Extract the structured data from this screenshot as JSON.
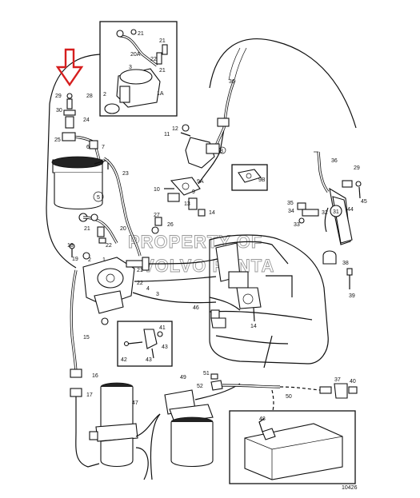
{
  "diagram": {
    "watermark": [
      "PROPERTY OF",
      "VOLVO PENTA"
    ],
    "figure_number": "10426",
    "callouts": [
      {
        "id": "c21a",
        "text": "21"
      },
      {
        "id": "c21b",
        "text": "21"
      },
      {
        "id": "c20a",
        "text": "20A"
      },
      {
        "id": "c22a",
        "text": "22"
      },
      {
        "id": "c21c",
        "text": "21"
      },
      {
        "id": "c3",
        "text": "3"
      },
      {
        "id": "c1a",
        "text": "1A"
      },
      {
        "id": "c2a",
        "text": "2"
      },
      {
        "id": "c29a",
        "text": "29"
      },
      {
        "id": "c28a",
        "text": "28"
      },
      {
        "id": "c30",
        "text": "30"
      },
      {
        "id": "c24",
        "text": "24"
      },
      {
        "id": "c25",
        "text": "25"
      },
      {
        "id": "c6",
        "text": "6"
      },
      {
        "id": "c7",
        "text": "7"
      },
      {
        "id": "c23",
        "text": "23"
      },
      {
        "id": "c5",
        "text": "5"
      },
      {
        "id": "c36a",
        "text": "36"
      },
      {
        "id": "c12",
        "text": "12"
      },
      {
        "id": "c11",
        "text": "11"
      },
      {
        "id": "c8",
        "text": "8"
      },
      {
        "id": "c9b",
        "text": "9B"
      },
      {
        "id": "c10",
        "text": "10"
      },
      {
        "id": "c9a",
        "text": "9A"
      },
      {
        "id": "c9",
        "text": "9"
      },
      {
        "id": "c13",
        "text": "13"
      },
      {
        "id": "c14a",
        "text": "14"
      },
      {
        "id": "c27",
        "text": "27"
      },
      {
        "id": "c26",
        "text": "26"
      },
      {
        "id": "c20",
        "text": "20"
      },
      {
        "id": "c21d",
        "text": "21"
      },
      {
        "id": "c22b",
        "text": "22"
      },
      {
        "id": "c18",
        "text": "18"
      },
      {
        "id": "c19",
        "text": "19"
      },
      {
        "id": "c2b",
        "text": "2"
      },
      {
        "id": "c1",
        "text": "1"
      },
      {
        "id": "c21e",
        "text": "21"
      },
      {
        "id": "c22c",
        "text": "22"
      },
      {
        "id": "c4",
        "text": "4"
      },
      {
        "id": "c3b",
        "text": "3"
      },
      {
        "id": "c15",
        "text": "15"
      },
      {
        "id": "c16",
        "text": "16"
      },
      {
        "id": "c17",
        "text": "17"
      },
      {
        "id": "c47",
        "text": "47"
      },
      {
        "id": "c36b",
        "text": "36"
      },
      {
        "id": "c29b",
        "text": "29"
      },
      {
        "id": "c45",
        "text": "45"
      },
      {
        "id": "c44",
        "text": "44"
      },
      {
        "id": "c35",
        "text": "35"
      },
      {
        "id": "c34",
        "text": "34"
      },
      {
        "id": "c32",
        "text": "32"
      },
      {
        "id": "c33",
        "text": "33"
      },
      {
        "id": "c31",
        "text": "31"
      },
      {
        "id": "c38",
        "text": "38"
      },
      {
        "id": "c39",
        "text": "39"
      },
      {
        "id": "c46",
        "text": "46"
      },
      {
        "id": "c14b",
        "text": "14"
      },
      {
        "id": "c42",
        "text": "42"
      },
      {
        "id": "c43a",
        "text": "43"
      },
      {
        "id": "c41",
        "text": "41"
      },
      {
        "id": "c43b",
        "text": "43"
      },
      {
        "id": "c49",
        "text": "49"
      },
      {
        "id": "c51",
        "text": "51"
      },
      {
        "id": "c52",
        "text": "52"
      },
      {
        "id": "c50",
        "text": "50"
      },
      {
        "id": "c37",
        "text": "37"
      },
      {
        "id": "c40",
        "text": "40"
      },
      {
        "id": "c48",
        "text": "48"
      }
    ],
    "colors": {
      "ink": "#111111",
      "arrow": "#d61e1e",
      "watermark": "#9a9a9a",
      "background": "#ffffff"
    }
  }
}
